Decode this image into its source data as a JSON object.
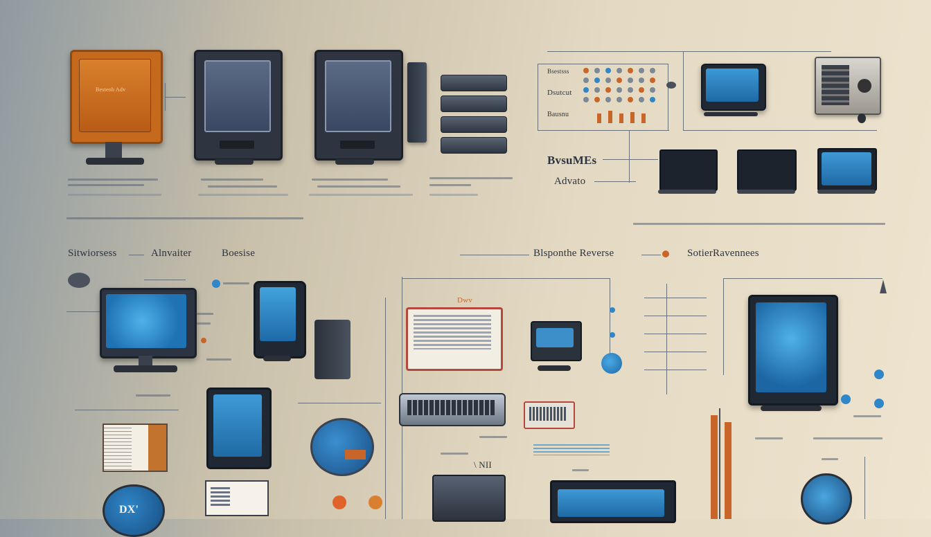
{
  "top": {
    "side_label": "BvsuMEs",
    "side_label2": "Advato",
    "stack_labels": [
      "Bsestsss",
      "Dsutcut",
      "Bausnu"
    ]
  },
  "section_headers": {
    "left_1": "Sitwiorsess",
    "left_2": "Alnvaiter",
    "left_3": "Boesise",
    "right_1": "Blsponthe Reverse",
    "right_2": "SotierRavennees"
  },
  "small_texts": {
    "orange_screen": "Bestenb Adv",
    "tower_mark": "\\ NII",
    "blue_circle": "DX'",
    "mid_tag": "Dwv"
  },
  "colors": {
    "accent_orange": "#c8662a",
    "accent_blue": "#2f86c8",
    "dark_frame": "#2e3540"
  },
  "icons": [
    "monitor-icon",
    "server-rack-icon",
    "laptop-icon",
    "tower-pc-icon",
    "globe-icon",
    "book-icon",
    "keyboard-icon",
    "tablet-icon"
  ]
}
